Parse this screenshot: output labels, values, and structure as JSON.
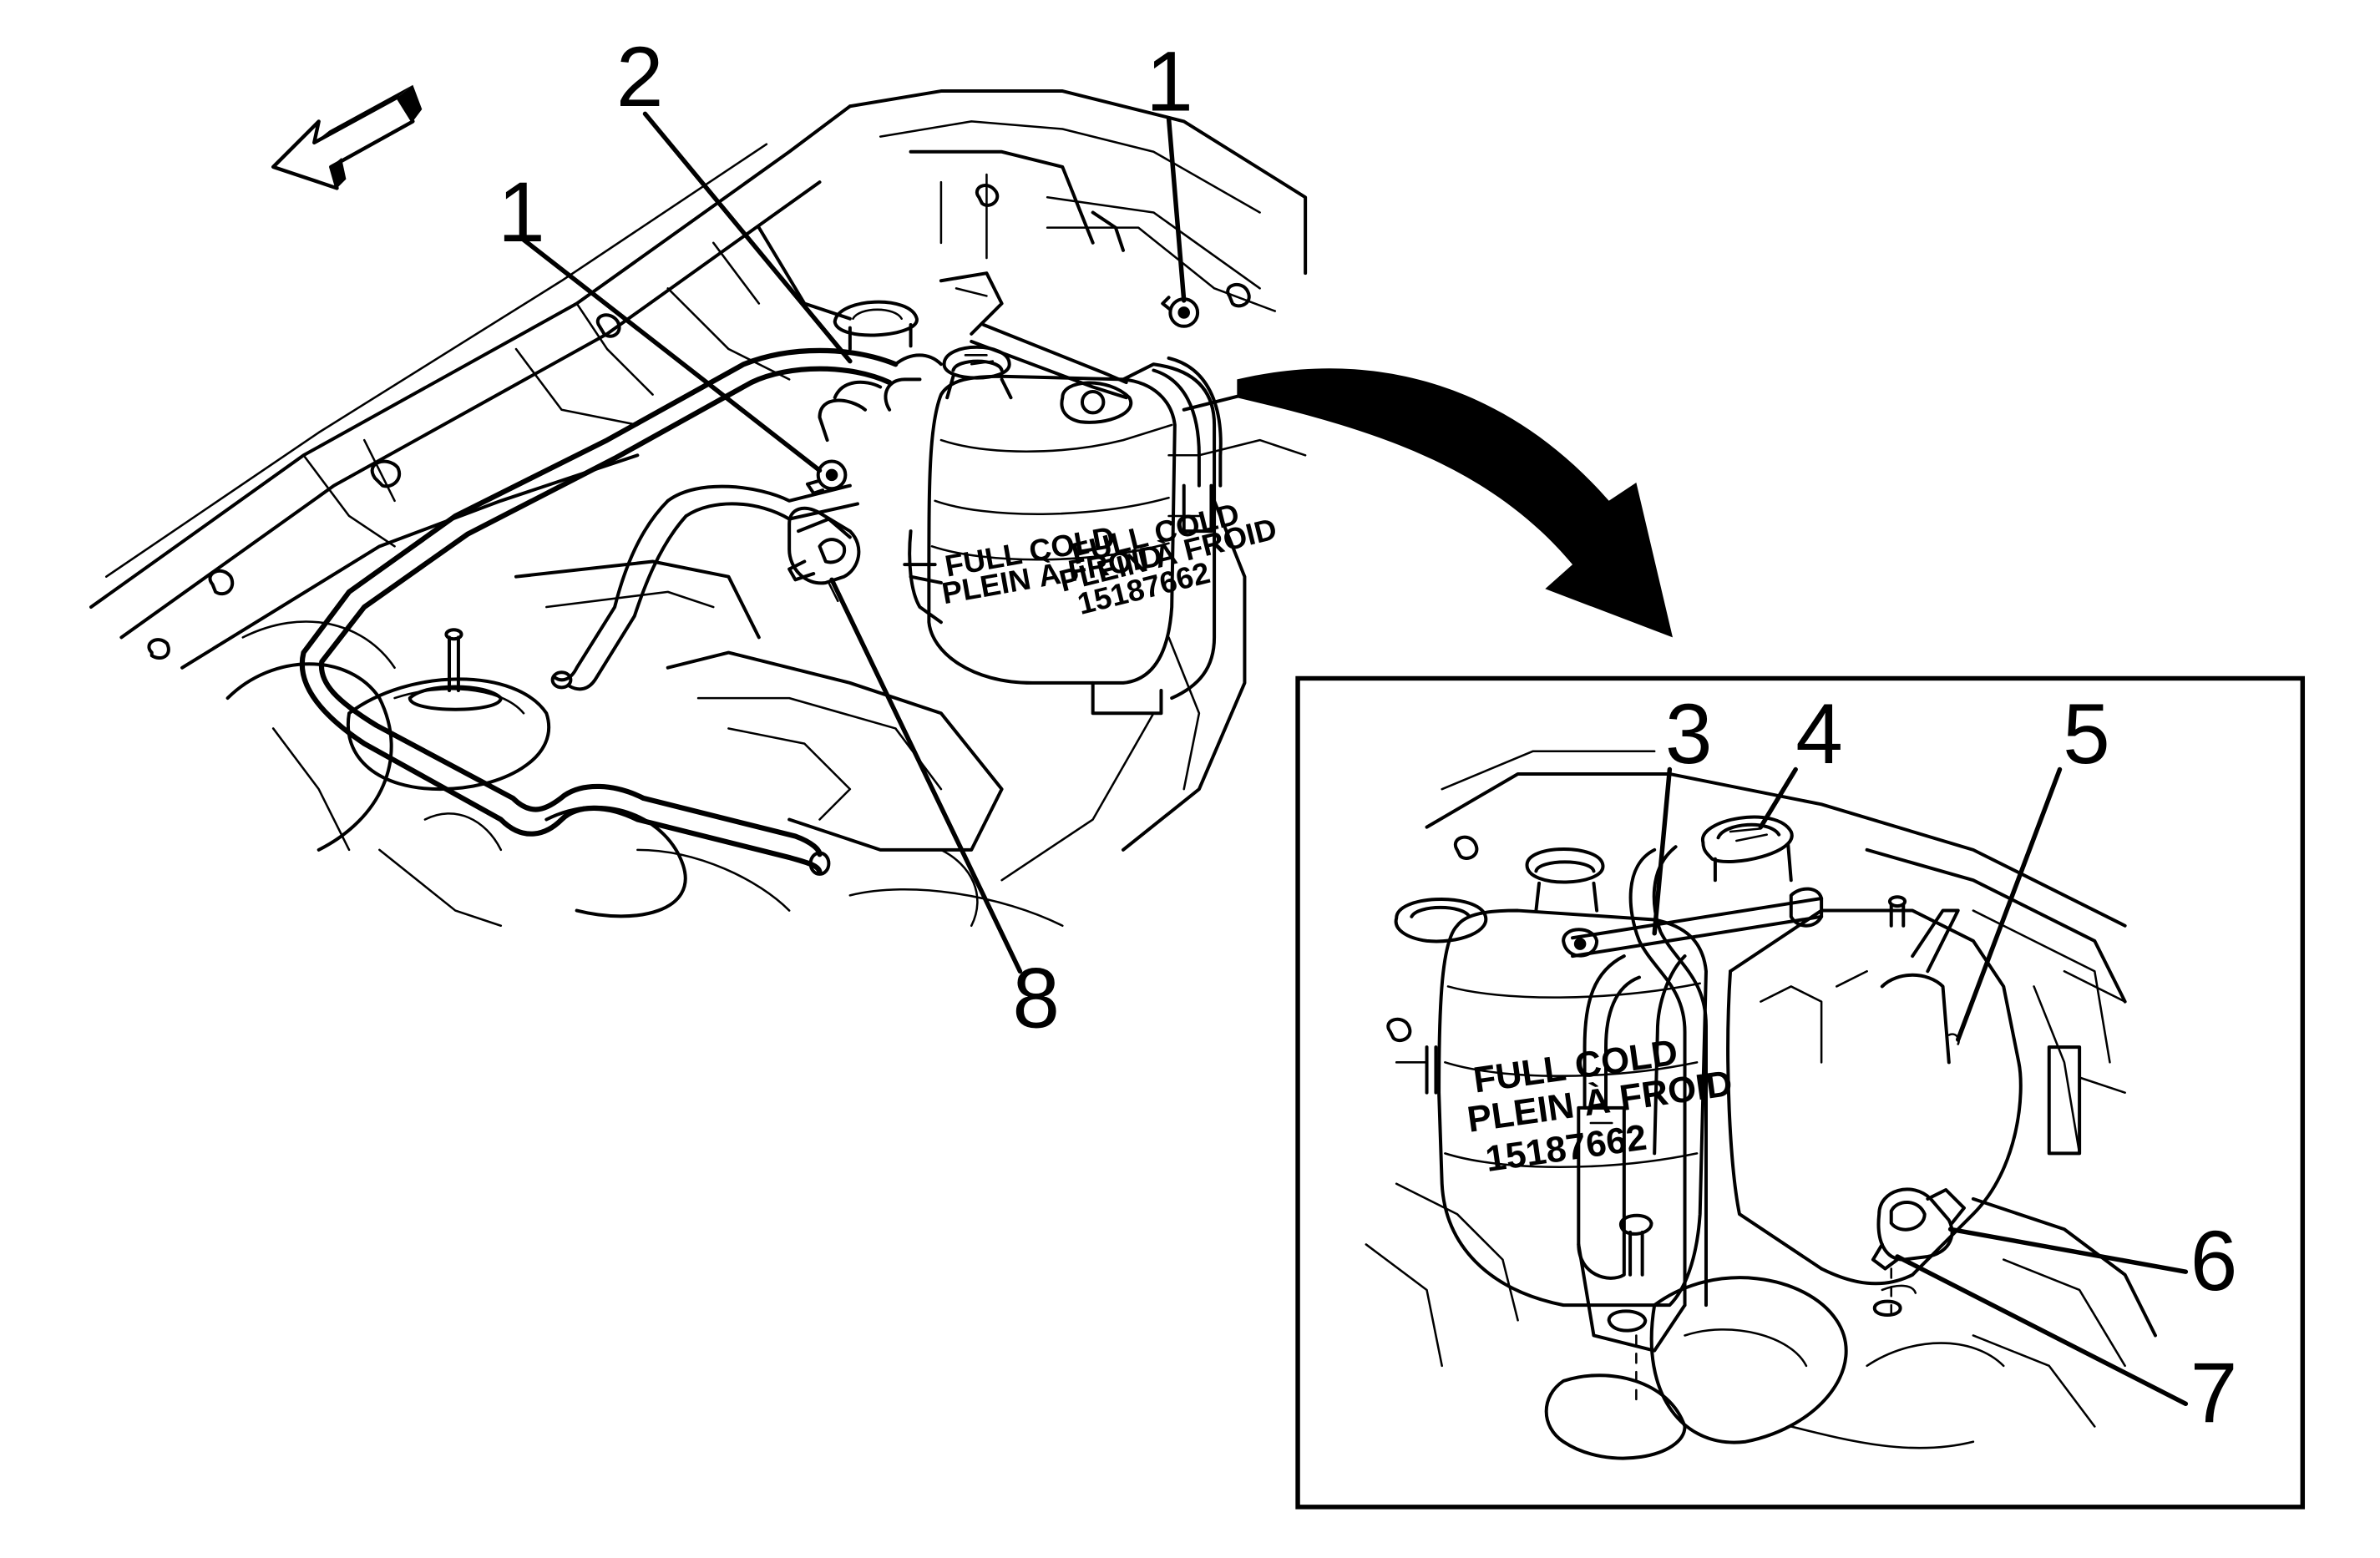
{
  "callouts": {
    "c1_left": "1",
    "c1_right": "1",
    "c2": "2",
    "c3": "3",
    "c4": "4",
    "c5": "5",
    "c6": "6",
    "c7": "7",
    "c8": "8"
  },
  "reservoir_label": {
    "line1": "FULL COLD",
    "line2": "PLEIN À FROID",
    "line3": "15187662"
  },
  "icons": {
    "direction_arrow": "forward-direction-arrow-icon",
    "view_arrow": "curved-view-arrow-icon"
  }
}
